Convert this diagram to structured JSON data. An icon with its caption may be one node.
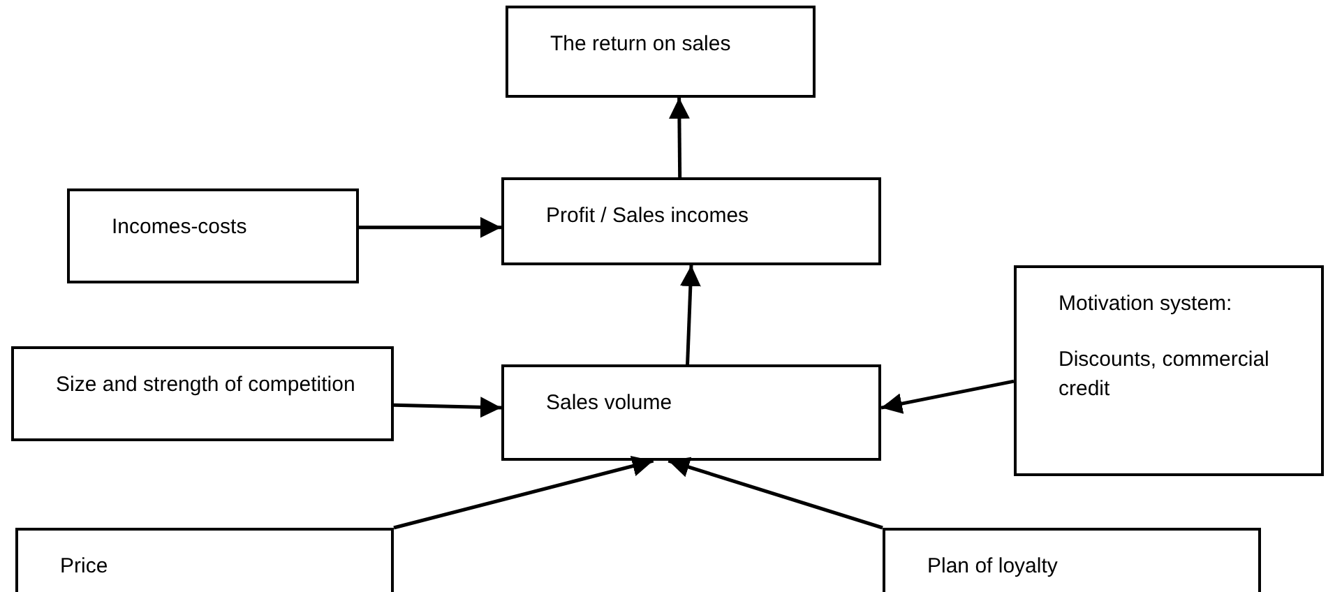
{
  "diagram": {
    "nodes": [
      {
        "text": [
          "The return on sales"
        ]
      },
      {
        "text": [
          "Incomes-costs"
        ]
      },
      {
        "text": [
          "Profit / Sales incomes"
        ]
      },
      {
        "text": [
          "Size and strength of competition"
        ]
      },
      {
        "text": [
          "Sales volume"
        ]
      },
      {
        "text": [
          "Motivation system:",
          "Discounts, commercial credit"
        ]
      },
      {
        "text": [
          "Price"
        ]
      },
      {
        "text": [
          "Plan of loyalty"
        ]
      }
    ],
    "edges": [
      {
        "from": 2,
        "to": 0,
        "arrow": "to"
      },
      {
        "from": 1,
        "to": 2,
        "arrow": "to"
      },
      {
        "from": 4,
        "to": 2,
        "arrow": "to"
      },
      {
        "from": 3,
        "to": 4,
        "arrow": "to"
      },
      {
        "from": 5,
        "to": 4,
        "arrow": "to"
      },
      {
        "from": 6,
        "to": 4,
        "arrow": "to"
      },
      {
        "from": 7,
        "to": 4,
        "arrow": "to"
      }
    ]
  }
}
